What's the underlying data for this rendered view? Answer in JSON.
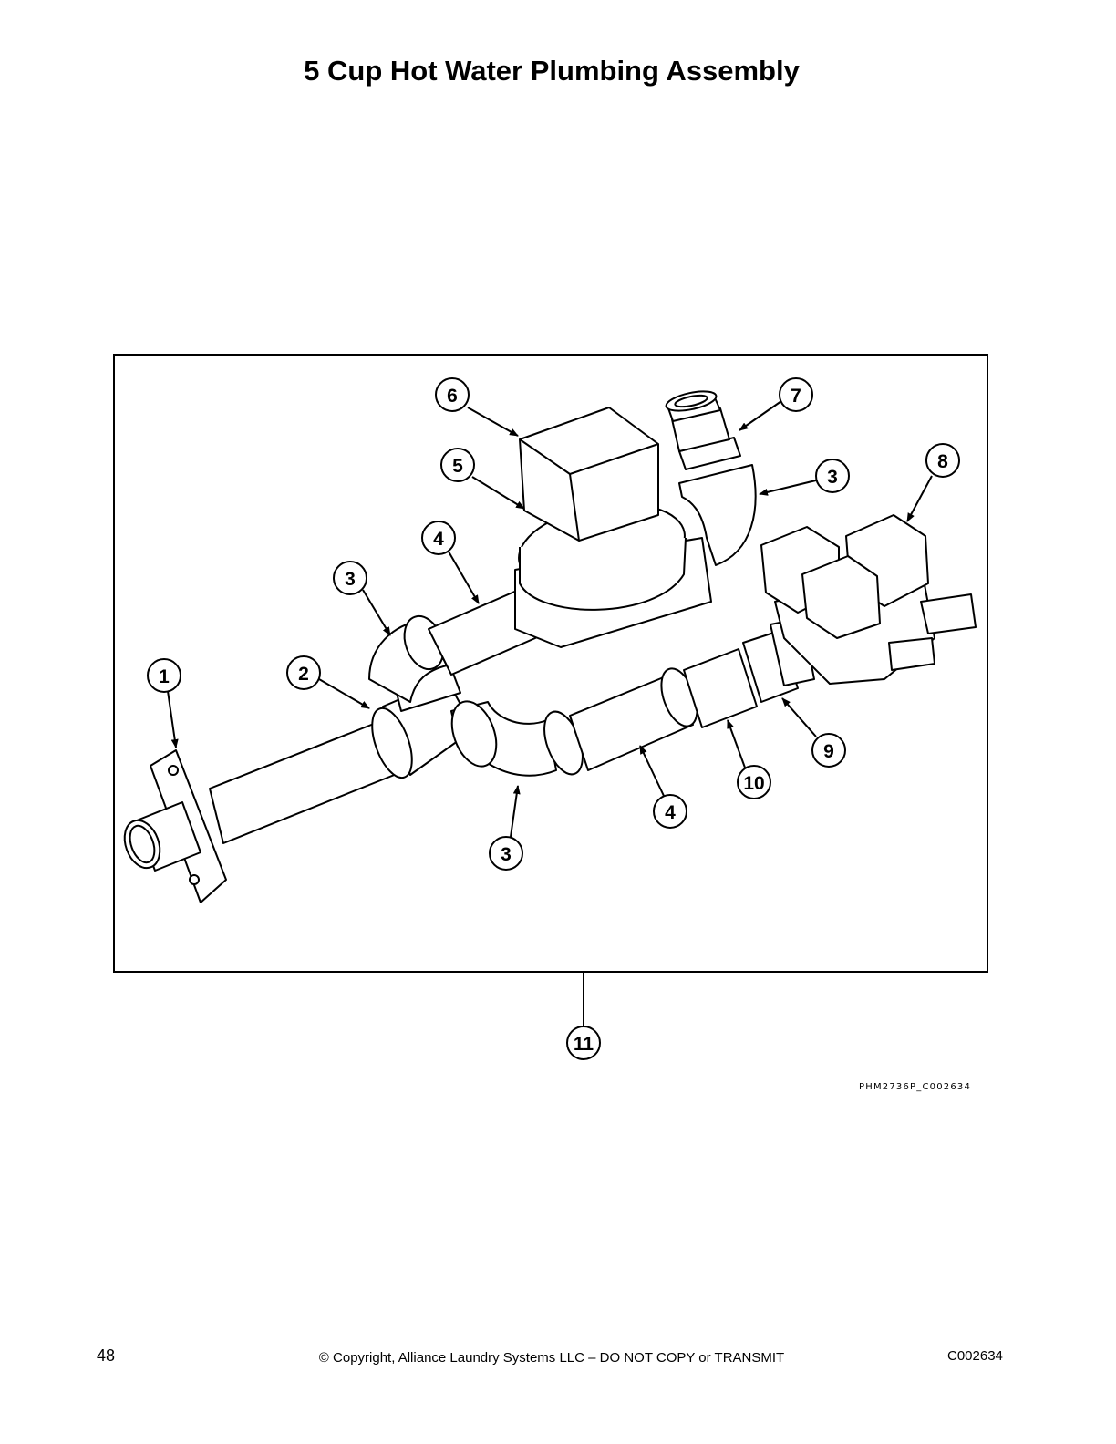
{
  "title": "5 Cup Hot Water Plumbing Assembly",
  "figure_code": "PHM2736P_C002634",
  "footer": {
    "page_number": "48",
    "copyright": "© Copyright, Alliance Laundry Systems LLC – DO NOT COPY or TRANSMIT",
    "doc_code": "C002634"
  },
  "callouts": [
    "1",
    "2",
    "3",
    "3",
    "3",
    "4",
    "4",
    "5",
    "6",
    "7",
    "8",
    "9",
    "10",
    "11"
  ]
}
